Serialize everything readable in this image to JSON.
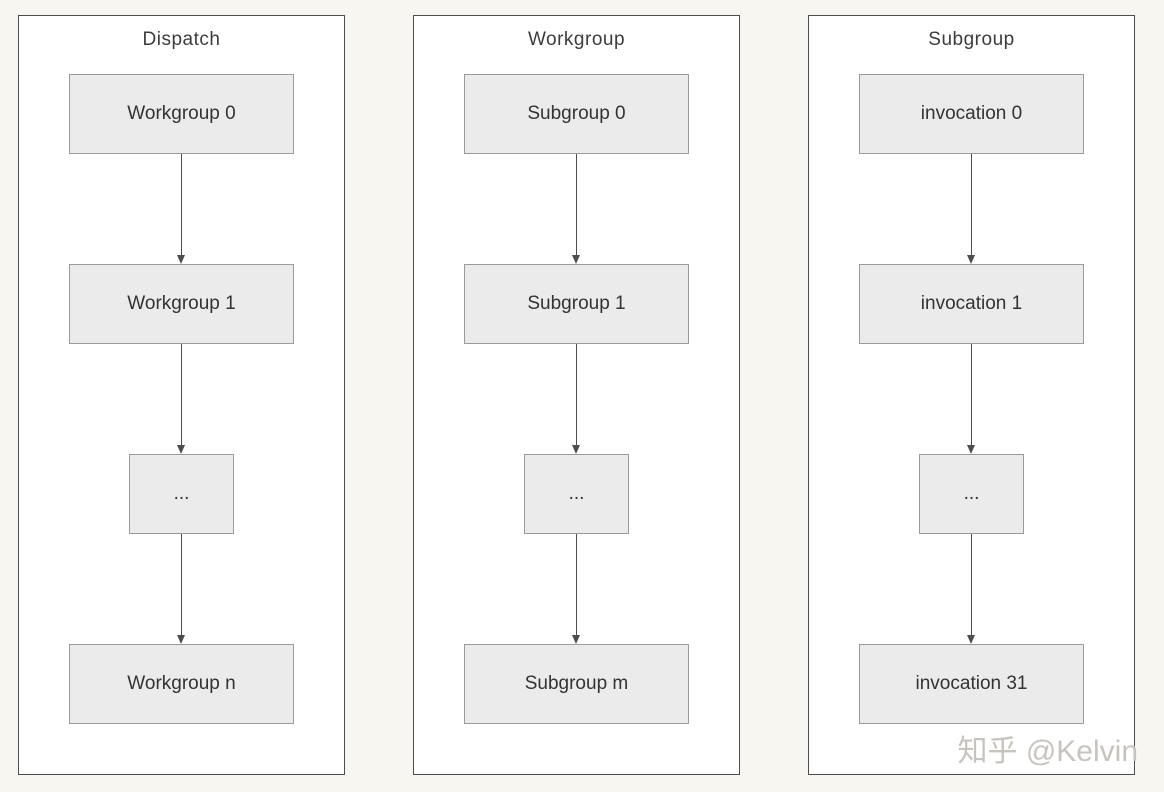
{
  "diagram": {
    "columns": [
      {
        "title": "Dispatch",
        "nodes": [
          "Workgroup 0",
          "Workgroup 1",
          "...",
          "Workgroup n"
        ]
      },
      {
        "title": "Workgroup",
        "nodes": [
          "Subgroup 0",
          "Subgroup 1",
          "...",
          "Subgroup m"
        ]
      },
      {
        "title": "Subgroup",
        "nodes": [
          "invocation 0",
          "invocation 1",
          "...",
          "invocation 31"
        ]
      }
    ]
  },
  "watermark": "知乎 @Kelvin",
  "colors": {
    "page_background": "#f8f6f1",
    "column_background": "#ffffff",
    "column_border": "#4d4d4d",
    "node_background": "#ebebeb",
    "node_border": "#9b9b9b",
    "arrow": "#4d4d4d",
    "text": "#333333",
    "watermark": "#c7c4be"
  }
}
